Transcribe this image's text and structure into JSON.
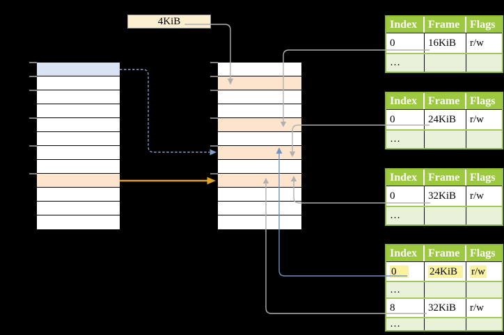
{
  "size_label": {
    "text": "4KiB"
  },
  "virtual_memory": {
    "rows": 12,
    "highlights": [
      {
        "row": 0,
        "style": "blue"
      },
      {
        "row": 8,
        "style": "peach"
      }
    ]
  },
  "physical_memory": {
    "rows": 12,
    "highlights": [
      {
        "row": 1,
        "style": "peach"
      },
      {
        "row": 4,
        "style": "peach"
      },
      {
        "row": 6,
        "style": "peach"
      },
      {
        "row": 8,
        "style": "peach"
      }
    ]
  },
  "page_tables": [
    {
      "headers": [
        "Index",
        "Frame",
        "Flags"
      ],
      "rows": [
        {
          "index": "0",
          "frame": "16KiB",
          "flags": "r/w"
        },
        {
          "index": "…",
          "frame": "",
          "flags": ""
        }
      ]
    },
    {
      "headers": [
        "Index",
        "Frame",
        "Flags"
      ],
      "rows": [
        {
          "index": "0",
          "frame": "24KiB",
          "flags": "r/w"
        },
        {
          "index": "…",
          "frame": "",
          "flags": ""
        }
      ]
    },
    {
      "headers": [
        "Index",
        "Frame",
        "Flags"
      ],
      "rows": [
        {
          "index": "0",
          "frame": "32KiB",
          "flags": "r/w"
        },
        {
          "index": "…",
          "frame": "",
          "flags": ""
        }
      ]
    },
    {
      "headers": [
        "Index",
        "Frame",
        "Flags"
      ],
      "rows": [
        {
          "index": "0",
          "frame": "24KiB",
          "flags": "r/w",
          "highlighted": true
        },
        {
          "index": "…",
          "frame": "",
          "flags": ""
        },
        {
          "index": "8",
          "frame": "32KiB",
          "flags": "r/w"
        },
        {
          "index": "…",
          "frame": "",
          "flags": ""
        }
      ]
    }
  ],
  "colors": {
    "bg": "#000000",
    "cream": "#fcefd0",
    "blue_row": "#dae3f3",
    "peach": "#fce4cd",
    "green_header": "#9cc93f",
    "green_border": "#8fba3a",
    "green_sep": "#a4c856",
    "light_green": "#e9f1db",
    "yellow_highlight": "#fbf2a0",
    "arrow_gray": "#b0b0b0",
    "arrow_blue": "#6e93c6",
    "arrow_blue_dashed": "#85a0cc",
    "arrow_orange": "#dfa328"
  }
}
